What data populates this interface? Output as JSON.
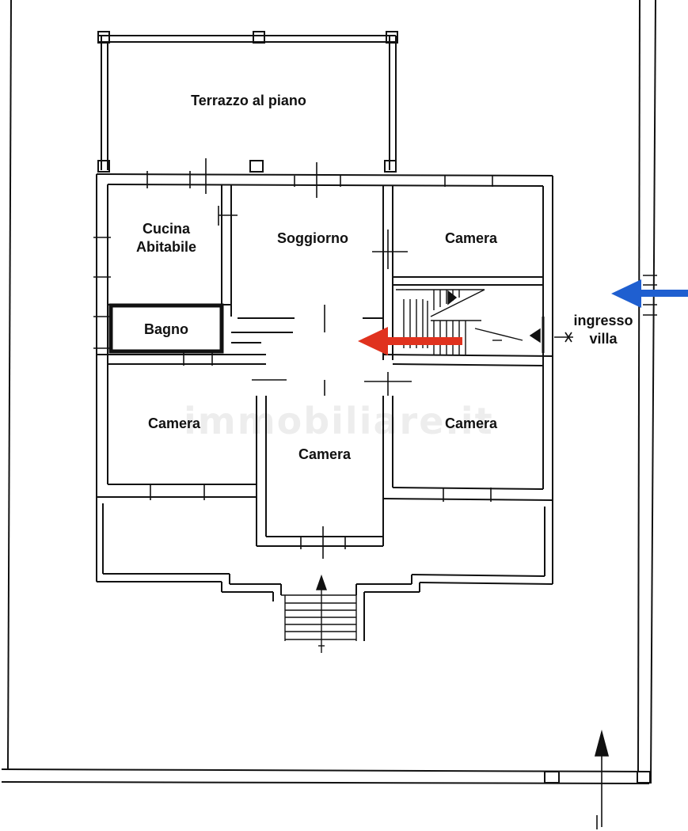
{
  "rooms": {
    "terrazzo": "Terrazzo al piano",
    "cucina_line1": "Cucina",
    "cucina_line2": "Abitabile",
    "soggiorno": "Soggiorno",
    "camera_ne": "Camera",
    "bagno": "Bagno",
    "camera_sw": "Camera",
    "camera_center": "Camera",
    "camera_se": "Camera"
  },
  "entrance": {
    "line1": "ingresso",
    "line2": "villa"
  },
  "watermark": "immobiliare.it",
  "colors": {
    "wall": "#111111",
    "red_arrow": "#e0321e",
    "blue_arrow": "#1f5fd0"
  }
}
